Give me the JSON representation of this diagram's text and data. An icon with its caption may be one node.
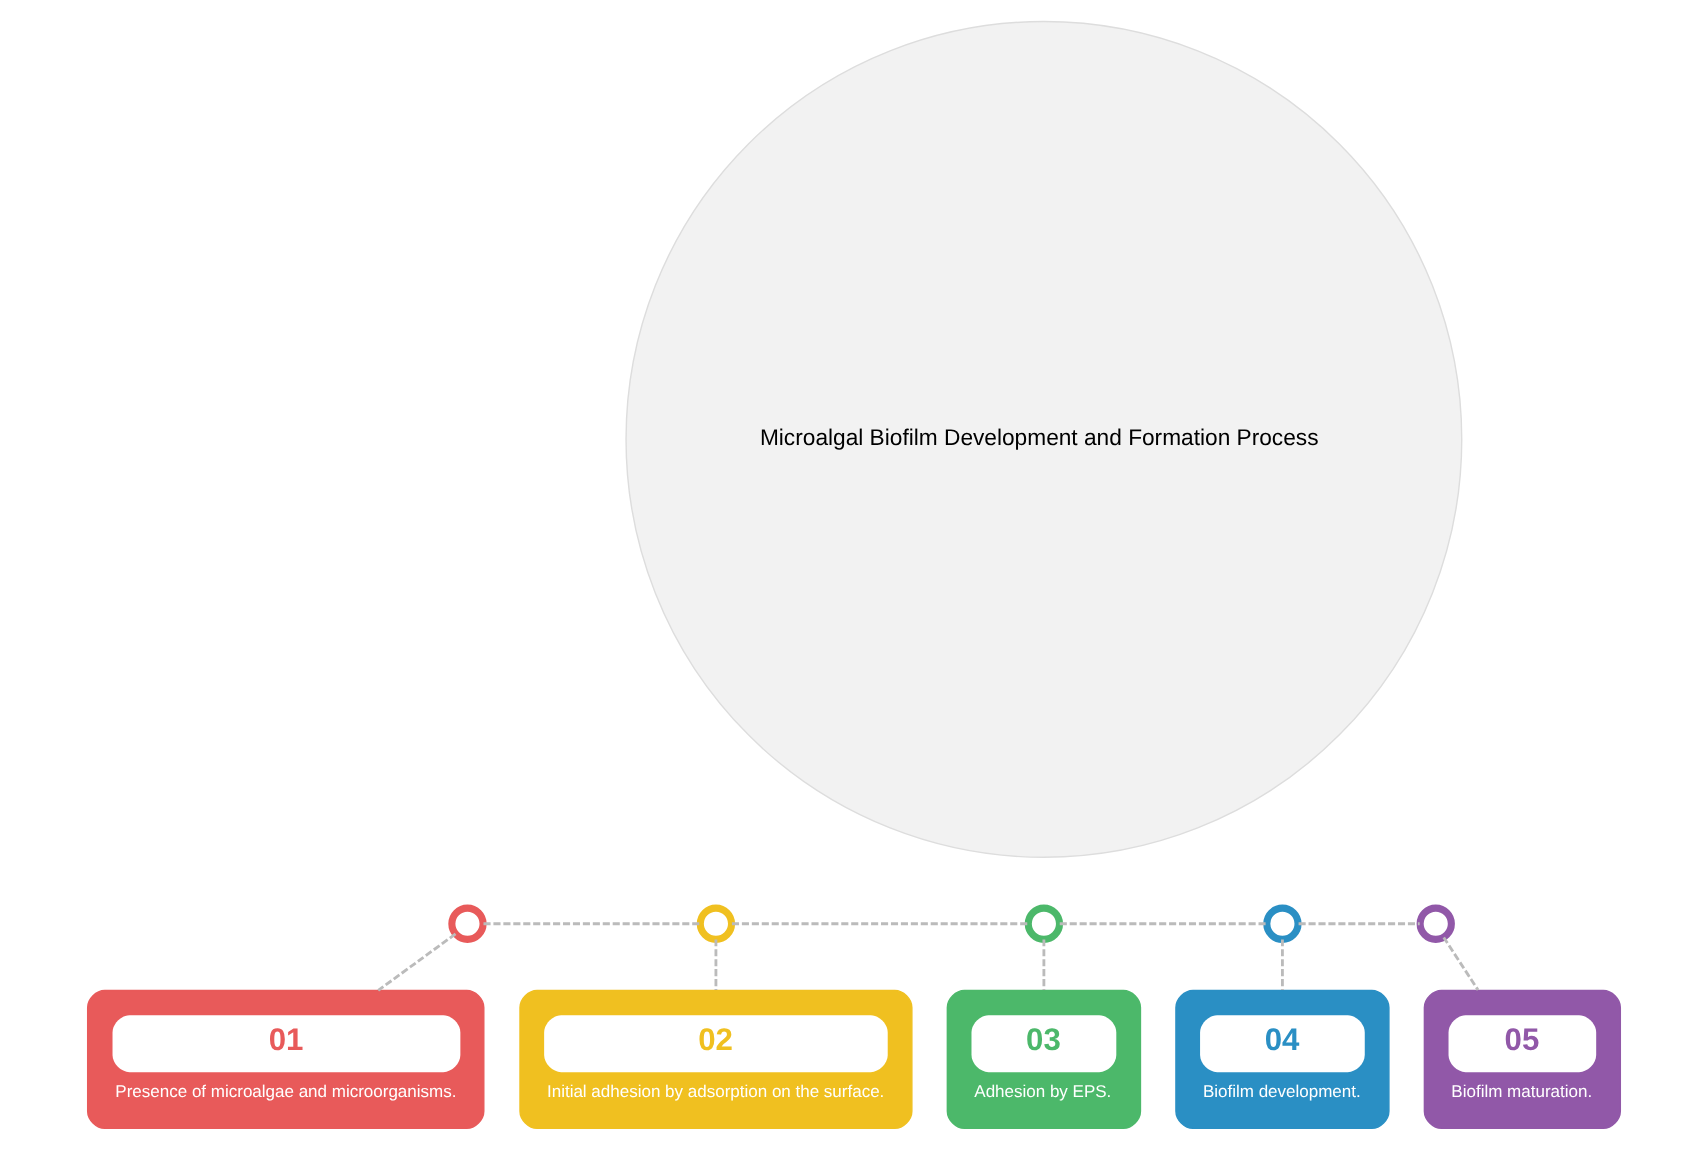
{
  "diagram": {
    "nodes": [
      {
        "text": [
          "Microalgal Biofilm Development and Formation Process"
        ]
      },
      {
        "text": [],
        "shape": "circle"
      },
      {
        "text": [],
        "shape": "circle"
      },
      {
        "text": [],
        "shape": "circle"
      },
      {
        "text": [],
        "shape": "circle"
      },
      {
        "text": [],
        "shape": "circle"
      },
      {
        "text": [
          "01",
          "Presence of microalgae and microorganisms."
        ]
      },
      {
        "text": [
          "02",
          "Initial adhesion by adsorption on the surface."
        ]
      },
      {
        "text": [
          "03",
          "Adhesion by EPS."
        ]
      },
      {
        "text": [
          "04",
          "Biofilm development."
        ]
      },
      {
        "text": [
          "05",
          "Biofilm maturation."
        ]
      }
    ],
    "edges": [
      {
        "from": 1,
        "to": 2,
        "arrow": "none",
        "style": "dashed"
      },
      {
        "from": 2,
        "to": 3,
        "arrow": "none",
        "style": "dashed"
      },
      {
        "from": 3,
        "to": 4,
        "arrow": "none",
        "style": "dashed"
      },
      {
        "from": 4,
        "to": 5,
        "arrow": "none",
        "style": "dashed"
      },
      {
        "from": 1,
        "to": 6,
        "arrow": "none",
        "style": "dashed"
      },
      {
        "from": 2,
        "to": 7,
        "arrow": "none",
        "style": "dashed"
      },
      {
        "from": 3,
        "to": 8,
        "arrow": "none",
        "style": "dashed"
      },
      {
        "from": 4,
        "to": 9,
        "arrow": "none",
        "style": "dashed"
      },
      {
        "from": 5,
        "to": 10,
        "arrow": "none",
        "style": "dashed"
      }
    ]
  }
}
